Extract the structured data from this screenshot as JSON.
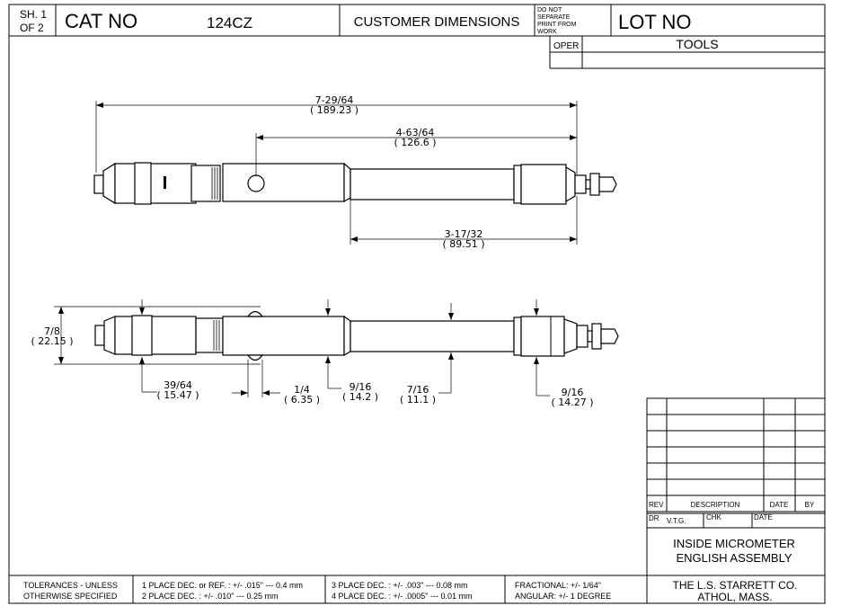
{
  "title_block": {
    "sheet_label": "SH. 1",
    "sheet_of": "OF  2",
    "cat_no_label": "CAT NO",
    "cat_no": "124CZ",
    "customer_dimensions": "CUSTOMER DIMENSIONS",
    "do_not_separate": [
      "DO NOT",
      "SEPARATE",
      "PRINT FROM",
      "WORK"
    ],
    "lot_no_label": "LOT NO",
    "oper_label": "OPER",
    "tools_label": "TOOLS"
  },
  "top_view": {
    "overall": [
      "7-29/64",
      "( 189.23 )"
    ],
    "hole_to_end": [
      "4-63/64",
      "( 126.6 )"
    ],
    "rod_length": [
      "3-17/32",
      "( 89.51 )"
    ]
  },
  "side_view": {
    "thimble_dia": [
      "7/8",
      "( 22.15 )"
    ],
    "collar_dia": [
      "39/64",
      "( 15.47 )"
    ],
    "pin_width": [
      "1/4",
      "( 6.35 )"
    ],
    "sleeve_dia": [
      "9/16",
      "( 14.2 )"
    ],
    "rod_dia": [
      "7/16",
      "( 11.1 )"
    ],
    "anvil_dia": [
      "9/16",
      "( 14.27 )"
    ]
  },
  "revision_table": {
    "headers": [
      "REV",
      "DESCRIPTION",
      "DATE",
      "BY"
    ],
    "dr_label": "DR",
    "dr_value": "V.T.G.",
    "chk_label": "CHK",
    "date_label": "DATE"
  },
  "part_title": [
    "INSIDE MICROMETER",
    "ENGLISH ASSEMBLY"
  ],
  "tolerances": {
    "label": [
      "TOLERANCES - UNLESS",
      "OTHERWISE SPECIFIED"
    ],
    "col1": [
      "1 PLACE DEC. or REF. :  +/- .015\" --- 0.4 mm",
      "2 PLACE DEC. :  +/- .010\" --- 0.25 mm"
    ],
    "col2": [
      "3 PLACE DEC. :  +/- .003\" --- 0.08 mm",
      "4 PLACE DEC. :  +/- .0005\" --- 0.01 mm"
    ],
    "col3": [
      "FRACTIONAL: +/- 1/64\"",
      "ANGULAR:  +/- 1 DEGREE"
    ]
  },
  "company": [
    "THE L.S. STARRETT CO.",
    "ATHOL, MASS."
  ]
}
